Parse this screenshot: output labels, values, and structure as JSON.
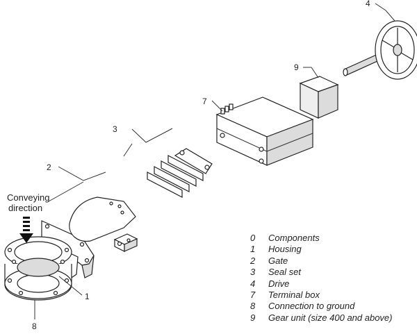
{
  "flow_label": {
    "line1": "Conveying",
    "line2": "direction"
  },
  "callouts": {
    "housing": "1",
    "gate": "2",
    "seal_set": "3",
    "drive": "4",
    "terminal_box": "7",
    "ground": "8",
    "gear_unit": "9"
  },
  "legend": [
    {
      "num": "0",
      "label": "Components"
    },
    {
      "num": "1",
      "label": "Housing"
    },
    {
      "num": "2",
      "label": "Gate"
    },
    {
      "num": "3",
      "label": "Seal set"
    },
    {
      "num": "4",
      "label": "Drive"
    },
    {
      "num": "7",
      "label": "Terminal box"
    },
    {
      "num": "8",
      "label": "Connection to ground"
    },
    {
      "num": "9",
      "label": "Gear unit (size 400 and above)"
    }
  ],
  "colors": {
    "line": "#222222",
    "part_fill": "#ffffff",
    "part_shade": "#dcdcdc",
    "gear_box": "#eeeeee",
    "arrow": "#111111"
  }
}
